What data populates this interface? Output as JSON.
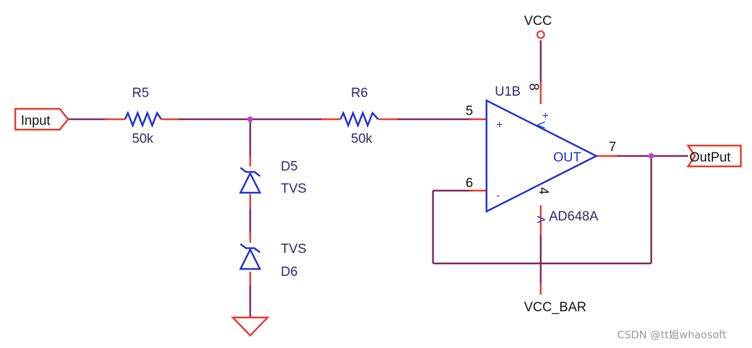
{
  "ports": {
    "input": "Input",
    "output": "OutPut"
  },
  "resistors": [
    {
      "ref": "R5",
      "value": "50k"
    },
    {
      "ref": "R6",
      "value": "50k"
    }
  ],
  "diodes": [
    {
      "ref": "D5",
      "type": "TVS"
    },
    {
      "ref": "D6",
      "type": "TVS"
    }
  ],
  "opamp": {
    "ref": "U1B",
    "part": "AD648A",
    "out_label": "OUT",
    "plus_symbol": "+",
    "minus_symbol": "-",
    "vplus_symbol": "+",
    "v_symbol": "V",
    "pins": {
      "noninv": "5",
      "inv": "6",
      "out": "7",
      "vplus": "8",
      "vminus": "4"
    }
  },
  "power": {
    "vcc": "VCC",
    "vcc_bar": "VCC_BAR"
  },
  "watermark": "CSDN @tt姐whaosoft",
  "colors": {
    "wire": "#7a2660",
    "pin": "#e8382a",
    "component": "#1f2fd0",
    "junction": "#c040d0"
  }
}
